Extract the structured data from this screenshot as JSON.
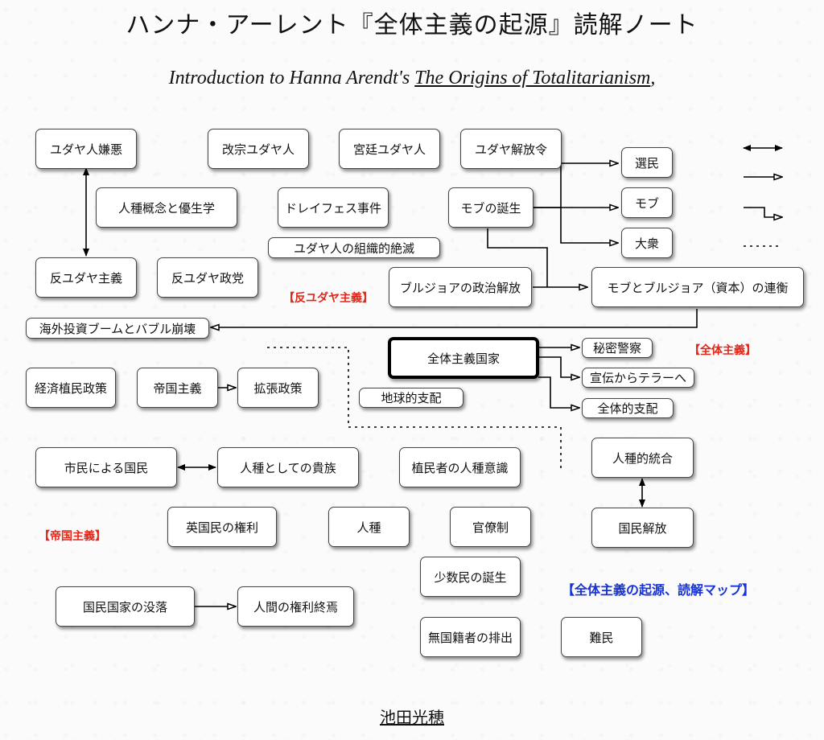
{
  "title": "ハンナ・アーレント『全体主義の起源』読解ノート",
  "subtitle": {
    "prefix": "Introduction to Hanna Arendt's ",
    "book": "The Origins of Totalitarianism",
    "suffix": ","
  },
  "nodes": {
    "yudaya_kenno": "ユダヤ人嫌悪",
    "kaishu_yudaya": "改宗ユダヤ人",
    "kyutei_yudaya": "宮廷ユダヤ人",
    "yudaya_kaihorei": "ユダヤ解放令",
    "jinshu_gainen": "人種概念と優生学",
    "dreyfus": "ドレイフェス事件",
    "soshikiteki_zetsumetsu": "ユダヤ人の組織的絶滅",
    "mob_tanjo": "モブの誕生",
    "senmin": "選民",
    "mob": "モブ",
    "taishu": "大衆",
    "han_yudaya_shugi": "反ユダヤ主義",
    "han_yudaya_seito": "反ユダヤ政党",
    "bourgeois_kaiho": "ブルジョアの政治解放",
    "mob_bourgeois": "モブとブルジョア（資本）の連衡",
    "kaigai_toshi": "海外投資ブームとバブル崩壊",
    "zentai_kokka": "全体主義国家",
    "himitsu_keisatsu": "秘密警察",
    "senden_terror": "宣伝からテラーへ",
    "zentaiteki_shihai": "全体的支配",
    "chikyuteki_shihai": "地球的支配",
    "keizai_shokumin": "経済植民政策",
    "teikoku_shugi": "帝国主義",
    "kakucho_seisaku": "拡張政策",
    "shimin_kokumin": "市民による国民",
    "jinshu_kizoku": "人種としての貴族",
    "shokuminsha_ishiki": "植民者の人種意識",
    "jinshuteki_togo": "人種的統合",
    "eikokumin_kenri": "英国民の権利",
    "jinshu": "人種",
    "kanryosei": "官僚制",
    "kokumin_kaiho": "国民解放",
    "shosumin_tanjo": "少数民の誕生",
    "kokumin_kokka_botsuraku": "国民国家の没落",
    "ningen_kenri": "人間の権利終焉",
    "mukokuseki": "無国籍者の排出",
    "nanmin": "難民"
  },
  "section_labels": {
    "antisemitism": "【反ユダヤ主義】",
    "totalitarianism": "【全体主義】",
    "imperialism": "【帝国主義】",
    "map_title": "【全体主義の起源、読解マップ】"
  },
  "legend": [
    "bidirectional-arrow",
    "directed-arrow",
    "elbow-arrow",
    "dotted-boundary"
  ],
  "colors": {
    "section_label": "#e0281a",
    "map_title": "#1632d8"
  },
  "author": "池田光穂"
}
